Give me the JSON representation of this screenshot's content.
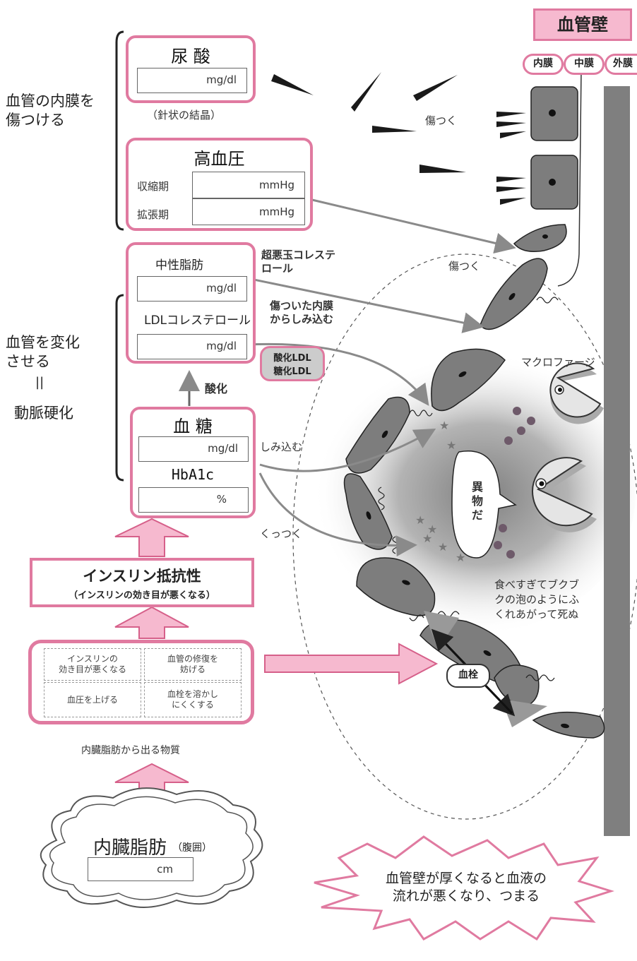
{
  "vessel_wall": {
    "title": "血管壁",
    "layers": [
      "内膜",
      "中膜",
      "外膜"
    ]
  },
  "side_labels": {
    "injure": "血管の内膜を\n傷つける",
    "change": "血管を変化\nさせる",
    "equals": "||",
    "arteriosclerosis": "動脈硬化"
  },
  "uric_acid": {
    "title": "尿 酸",
    "unit": "mg/dl",
    "note": "（針状の結晶）"
  },
  "hypertension": {
    "title": "高血圧",
    "rows": [
      {
        "label": "収縮期",
        "unit": "mmHg"
      },
      {
        "label": "拡張期",
        "unit": "mmHg"
      }
    ]
  },
  "lipids": {
    "tg_label": "中性脂肪",
    "tg_unit": "mg/dl",
    "ldl_label": "LDLコレステロール",
    "ldl_unit": "mg/dl"
  },
  "oxidized_ldl": "酸化LDL\n糖化LDL",
  "oxidation_label": "酸化",
  "glucose": {
    "title": "血 糖",
    "unit": "mg/dl",
    "hba1c_label": "HbA1c",
    "hba1c_unit": "%"
  },
  "insulin_resistance": {
    "title": "インスリン抵抗性",
    "subtitle": "（インスリンの効き目が悪くなる）"
  },
  "substances": {
    "cells": [
      "インスリンの\n効き目が悪くなる",
      "血管の修復を\n妨げる",
      "血圧を上げる",
      "血栓を溶かし\nにくくする"
    ],
    "caption": "内臓脂肪から出る物質"
  },
  "visceral_fat": {
    "title": "内臓脂肪",
    "note": "（腹囲）",
    "unit": "cm"
  },
  "annotations": {
    "hurt1": "傷つく",
    "hurt2": "傷つく",
    "sdldl": "超悪玉コレステ\nロール",
    "seep_damaged": "傷ついた内膜\nからしみ込む",
    "seep": "しみ込む",
    "stick": "くっつく",
    "macrophage": "マクロファージ",
    "foreign": "異\n物\nだ",
    "overeat": "食べすぎてブクブ\nクの泡のようにふ\nくれあがって死ぬ",
    "thrombus": "血栓"
  },
  "burst": "血管壁が厚くなると血液の\n流れが悪くなり、つまる",
  "colors": {
    "pink": "#e07aa0",
    "pink_fill": "#f6b9cf",
    "cell_gray": "#7d7d7d",
    "arrow_gray": "#8a8a8a"
  }
}
